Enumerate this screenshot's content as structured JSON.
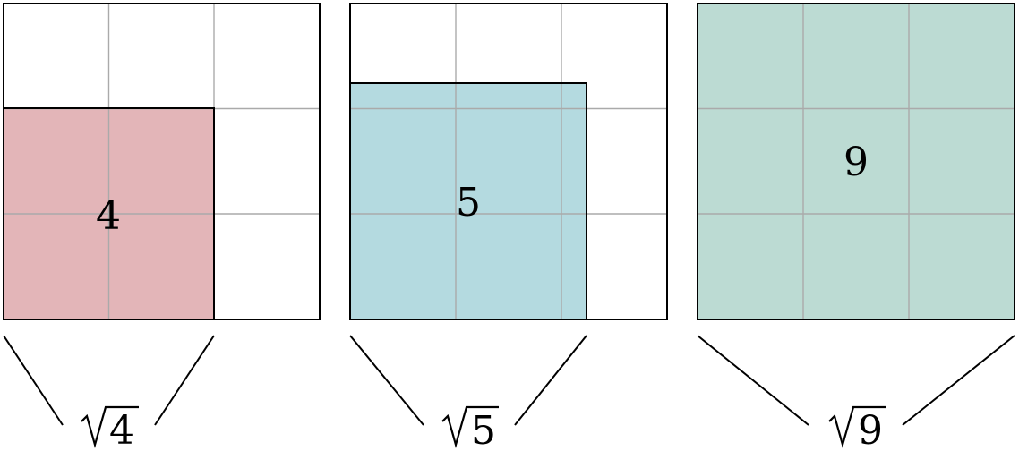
{
  "grid_size": 3,
  "panels": [
    {
      "id": "root-4",
      "area": 4,
      "area_label": "4",
      "radicand": "4",
      "fill": "#e3b5b8"
    },
    {
      "id": "root-5",
      "area": 5,
      "area_label": "5",
      "radicand": "5",
      "fill": "#b4dae0"
    },
    {
      "id": "root-9",
      "area": 9,
      "area_label": "9",
      "radicand": "9",
      "fill": "#bcdbd3"
    }
  ],
  "colors": {
    "grid_line": "#aaaaaa",
    "outline": "#000000",
    "background": "#ffffff"
  }
}
